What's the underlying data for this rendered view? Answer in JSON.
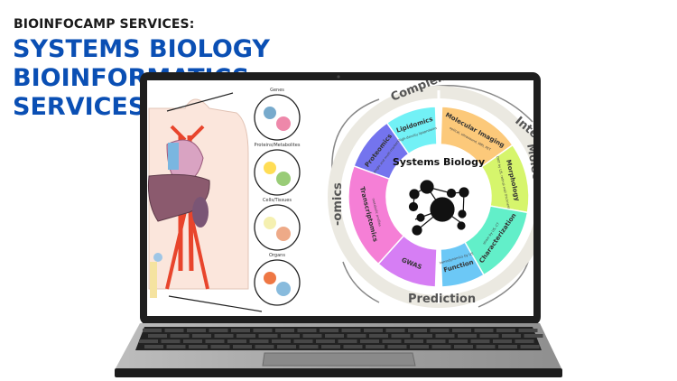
{
  "header": {
    "eyebrow": "BIOINFOCAMP SERVICES:",
    "title_line1": "SYSTEMS BIOLOGY BIOINFORMATICS",
    "title_line2": "SERVICES"
  },
  "figure": {
    "scales": [
      "Genes",
      "Proteins/Metabolites",
      "Cells/Tissues",
      "Organs"
    ],
    "center_title": "Systems Biology",
    "outer_labels": {
      "top": "Complementation",
      "left": "-omics",
      "bottom": "Prediction",
      "right_top": "Integration",
      "right": "Molecular Imaging"
    },
    "segments": [
      {
        "label": "Molecular Imaging",
        "sub": "optical, ultrasound, MRI, PET",
        "color": "#fcc97a",
        "start": 2,
        "end": 55
      },
      {
        "label": "Morphology",
        "sub": "OMT by US, retinal wall thickness",
        "color": "#d6f56c",
        "start": 55,
        "end": 100
      },
      {
        "label": "Characterization",
        "sub": "strain by US, CT",
        "color": "#62efc9",
        "start": 100,
        "end": 150
      },
      {
        "label": "Function",
        "sub": "hemodynamics by US",
        "color": "#6cc8f6",
        "start": 150,
        "end": 178
      },
      {
        "label": "GWAS",
        "sub": "",
        "color": "#d67ef4",
        "start": 182,
        "end": 222
      },
      {
        "label": "Transcriptomics",
        "sub": "metabolic profiles",
        "color": "#f57fd6",
        "start": 222,
        "end": 290
      },
      {
        "label": "Proteomics",
        "sub": "single and multi-markers",
        "color": "#7474ee",
        "start": 290,
        "end": 325
      },
      {
        "label": "Lipidomics",
        "sub": "high-density lipoproteins",
        "color": "#72f1f6",
        "start": 325,
        "end": 358
      }
    ]
  },
  "colors": {
    "title_blue": "#0a4fb4",
    "bezel": "#1e1e1e",
    "body_silver": "#a8a8a8"
  }
}
